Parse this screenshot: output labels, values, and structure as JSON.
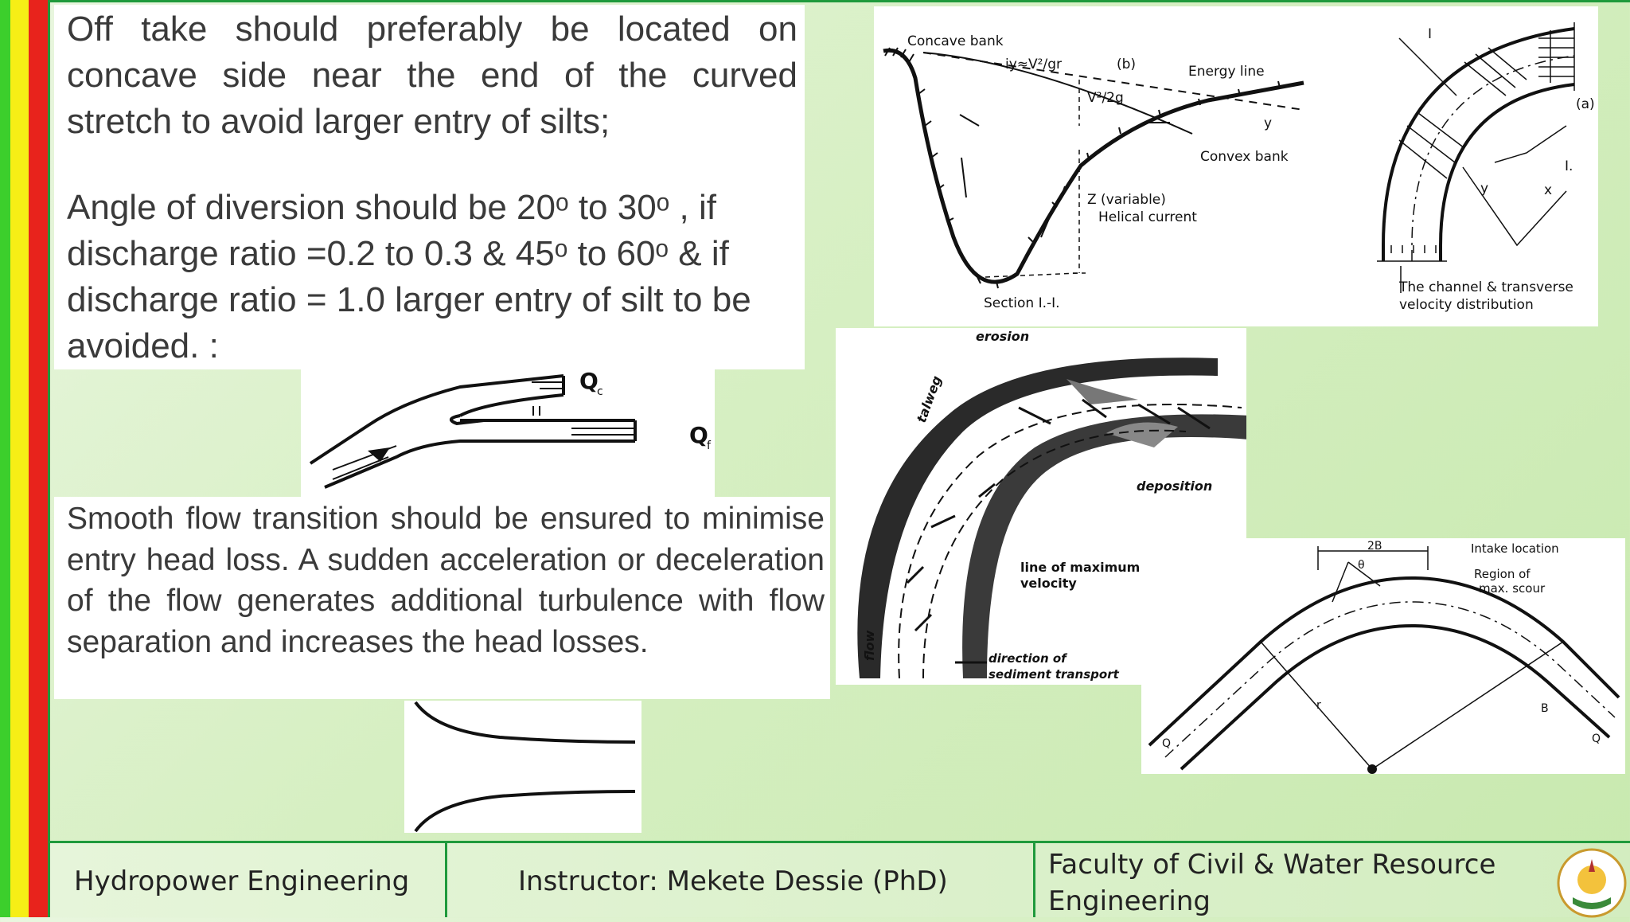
{
  "slide": {
    "paragraph_1": "Off take should preferably be located on concave side near the end of the curved stretch to avoid larger entry of silts;",
    "paragraph_2_line_1": "Angle of diversion should be 20ᵒ to 30ᵒ , if",
    "paragraph_2_line_2": "discharge ratio =0.2 to 0.3 & 45ᵒ to 60ᵒ & if",
    "paragraph_2_line_3": "discharge ratio = 1.0 larger entry of silt to be",
    "paragraph_2_line_4": "avoided. :",
    "paragraph_3": "Smooth flow transition should be ensured to minimise entry head    loss. A sudden acceleration or deceleration of the flow generates additional turbulence with flow separation and increases the head losses."
  },
  "figures": {
    "offtake": {
      "qc": "Q",
      "qc_sub": "c",
      "qf": "Q",
      "qf_sub": "f"
    },
    "section": {
      "concave_bank": "Concave bank",
      "slope": "iy≈V²/gr",
      "b_label": "(b)",
      "energy_line": "Energy line",
      "velocity_head": "V²/2g",
      "y_label": "y",
      "convex_bank": "Convex bank",
      "z_label": "Z (variable)",
      "helical": "Helical current",
      "section_label": "Section  I.-I.",
      "a_label": "(a)",
      "i_label_1": "I",
      "i_label_2": "I.",
      "y_axis": "y",
      "x_axis": "x",
      "caption_1": "The channel & transverse",
      "caption_2": "velocity distribution"
    },
    "meander": {
      "erosion": "erosion",
      "talweg": "talweg",
      "deposition": "deposition",
      "max_velocity_1": "line of maximum",
      "max_velocity_2": "velocity",
      "flow": "flow",
      "transport_1": "direction of",
      "transport_2": "sediment transport"
    },
    "intake": {
      "two_b": "2B",
      "theta": "θ",
      "intake_location": "Intake location",
      "scour_1": "Region of",
      "scour_2": "max. scour",
      "q_left": "Q",
      "q_right": "Q",
      "b": "B",
      "r": "r"
    }
  },
  "footer": {
    "course": "Hydropower Engineering",
    "instructor": "Instructor: Mekete Dessie (PhD)",
    "faculty_line_1": "Faculty of Civil & Water Resource",
    "faculty_line_2": "Engineering"
  },
  "colors": {
    "stripe_green": "#3ccf2c",
    "stripe_yellow": "#f6ee16",
    "stripe_red": "#e8231c",
    "border_green": "#1f9a3c"
  }
}
